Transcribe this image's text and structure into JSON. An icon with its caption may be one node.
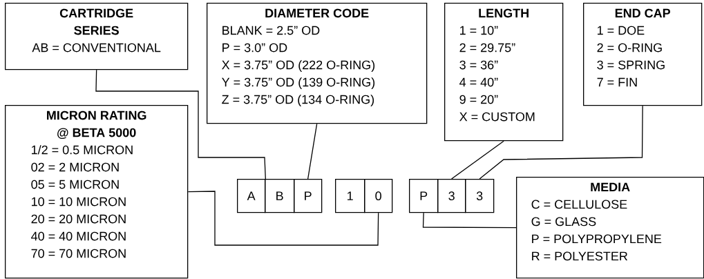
{
  "diagram": {
    "nodes": [
      {
        "text": [
          "CARTRIDGE SERIES",
          "AB = CONVENTIONAL"
        ]
      },
      {
        "text": [
          "DIAMETER CODE",
          "BLANK = 2.5” OD",
          "P = 3.0” OD",
          "X = 3.75” OD (222 O-RING)",
          "Y = 3.75” OD (139 O-RING)",
          "Z = 3.75” OD (134 O-RING)"
        ]
      },
      {
        "text": [
          "LENGTH",
          "1 = 10”",
          "2 = 29.75”",
          "3 = 36”",
          "4 = 40”",
          "9 = 20”",
          "X = CUSTOM"
        ]
      },
      {
        "text": [
          "END CAP",
          "1 = DOE",
          "2 = O-RING",
          "3 = SPRING",
          "7 = FIN"
        ]
      },
      {
        "text": [
          "MICRON RATING @ BETA 5000",
          "1/2 = 0.5 MICRON",
          "02 = 2 MICRON",
          "05 = 5 MICRON",
          "10 = 10 MICRON",
          "20 = 20 MICRON",
          "40 = 40 MICRON",
          "70 = 70 MICRON"
        ]
      },
      {
        "text": [
          "MEDIA",
          "C = CELLULOSE",
          "G = GLASS",
          "P = POLYPROPYLENE",
          "R = POLYESTER"
        ]
      },
      {
        "text": [
          "A"
        ]
      },
      {
        "text": [
          "B"
        ]
      },
      {
        "text": [
          "P"
        ]
      },
      {
        "text": [
          "1"
        ]
      },
      {
        "text": [
          "0"
        ]
      },
      {
        "text": [
          "P"
        ]
      },
      {
        "text": [
          "3"
        ]
      },
      {
        "text": [
          "3"
        ]
      }
    ],
    "edges": [
      {
        "from": 0,
        "to": 6,
        "arrow": "none"
      },
      {
        "from": 1,
        "to": 8,
        "arrow": "none"
      },
      {
        "from": 2,
        "to": 12,
        "arrow": "none"
      },
      {
        "from": 3,
        "to": 13,
        "arrow": "none"
      },
      {
        "from": 4,
        "to": 10,
        "arrow": "none"
      },
      {
        "from": 5,
        "to": 11,
        "arrow": "none"
      }
    ]
  }
}
